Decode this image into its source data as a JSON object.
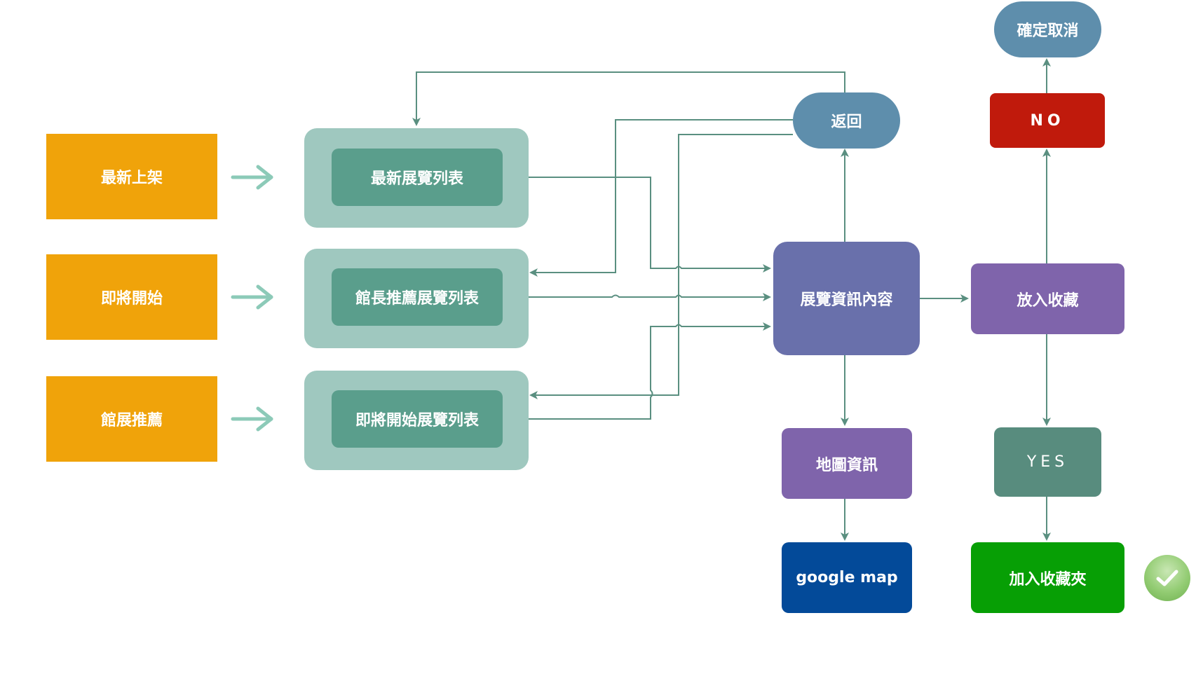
{
  "sources": [
    {
      "label": "最新上架"
    },
    {
      "label": "即將開始"
    },
    {
      "label": "館展推薦"
    }
  ],
  "lists": [
    {
      "label": "最新展覽列表"
    },
    {
      "label": "館長推薦展覽列表"
    },
    {
      "label": "即將開始展覽列表"
    }
  ],
  "back": {
    "label": "返回"
  },
  "detail": {
    "label": "展覽資訊內容"
  },
  "map_info": {
    "label": "地圖資訊"
  },
  "google_map": {
    "label": "google map"
  },
  "collect": {
    "label": "放入收藏"
  },
  "no": {
    "label": "NO"
  },
  "cancel": {
    "label": "確定取消"
  },
  "yes": {
    "label": "YES"
  },
  "add_folder": {
    "label": "加入收藏夾"
  },
  "colors": {
    "source": "#f0a30a",
    "list_outer": "#9fc8bf",
    "list_inner": "#5a9e8c",
    "back": "#5e8eac",
    "detail": "#6970ab",
    "purple": "#7f64ab",
    "no": "#c01a0c",
    "yes": "#588c7e",
    "google_map": "#034a99",
    "add_folder": "#079f05",
    "connector": "#5a8f80",
    "big_arrow": "#8ccab8"
  },
  "icons": {
    "check": "check-icon"
  }
}
